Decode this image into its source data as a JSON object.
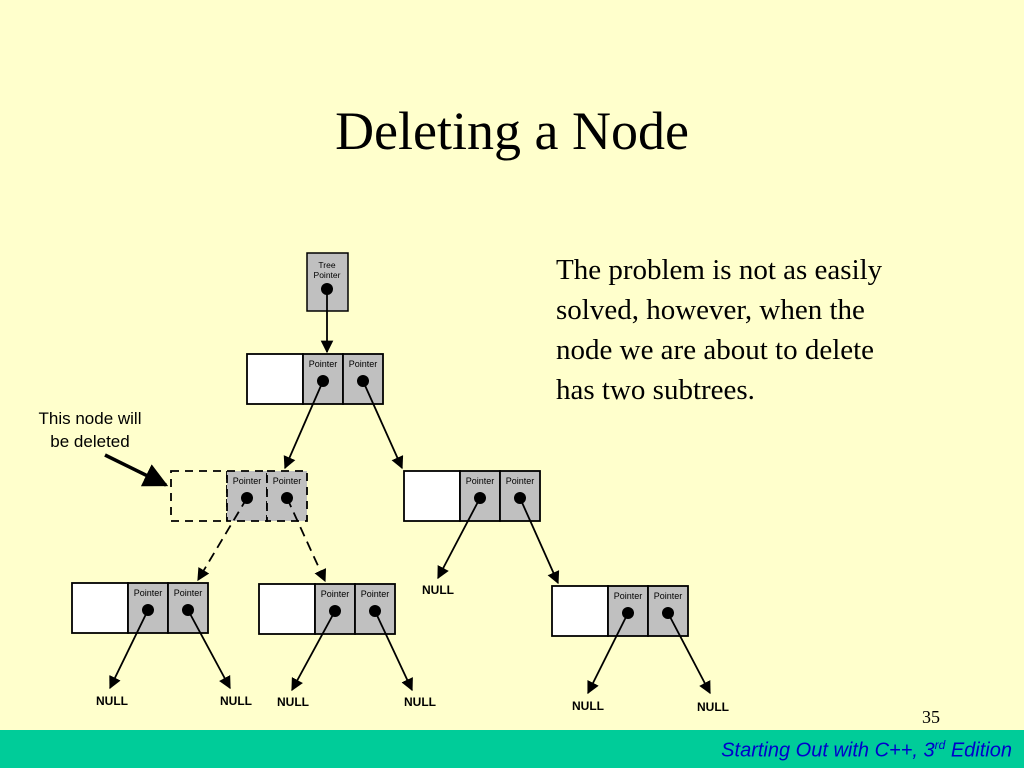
{
  "slide": {
    "title": "Deleting a Node",
    "body_lines": [
      "The problem is not as easily",
      "solved, however, when the",
      "node we are about to delete",
      "has two subtrees."
    ],
    "page_number": "35",
    "footer": {
      "prefix": "Starting Out with C++, 3",
      "superscript": "rd",
      "suffix": " Edition"
    }
  },
  "diagram": {
    "tree_pointer": {
      "line1": "Tree",
      "line2": "Pointer"
    },
    "pointer_label": "Pointer",
    "null_label": "NULL",
    "callout": {
      "line1": "This node will",
      "line2": "be deleted"
    },
    "colors": {
      "pointer_fill": "#c0c0c0",
      "data_fill": "#ffffff",
      "stroke": "#000000"
    }
  }
}
